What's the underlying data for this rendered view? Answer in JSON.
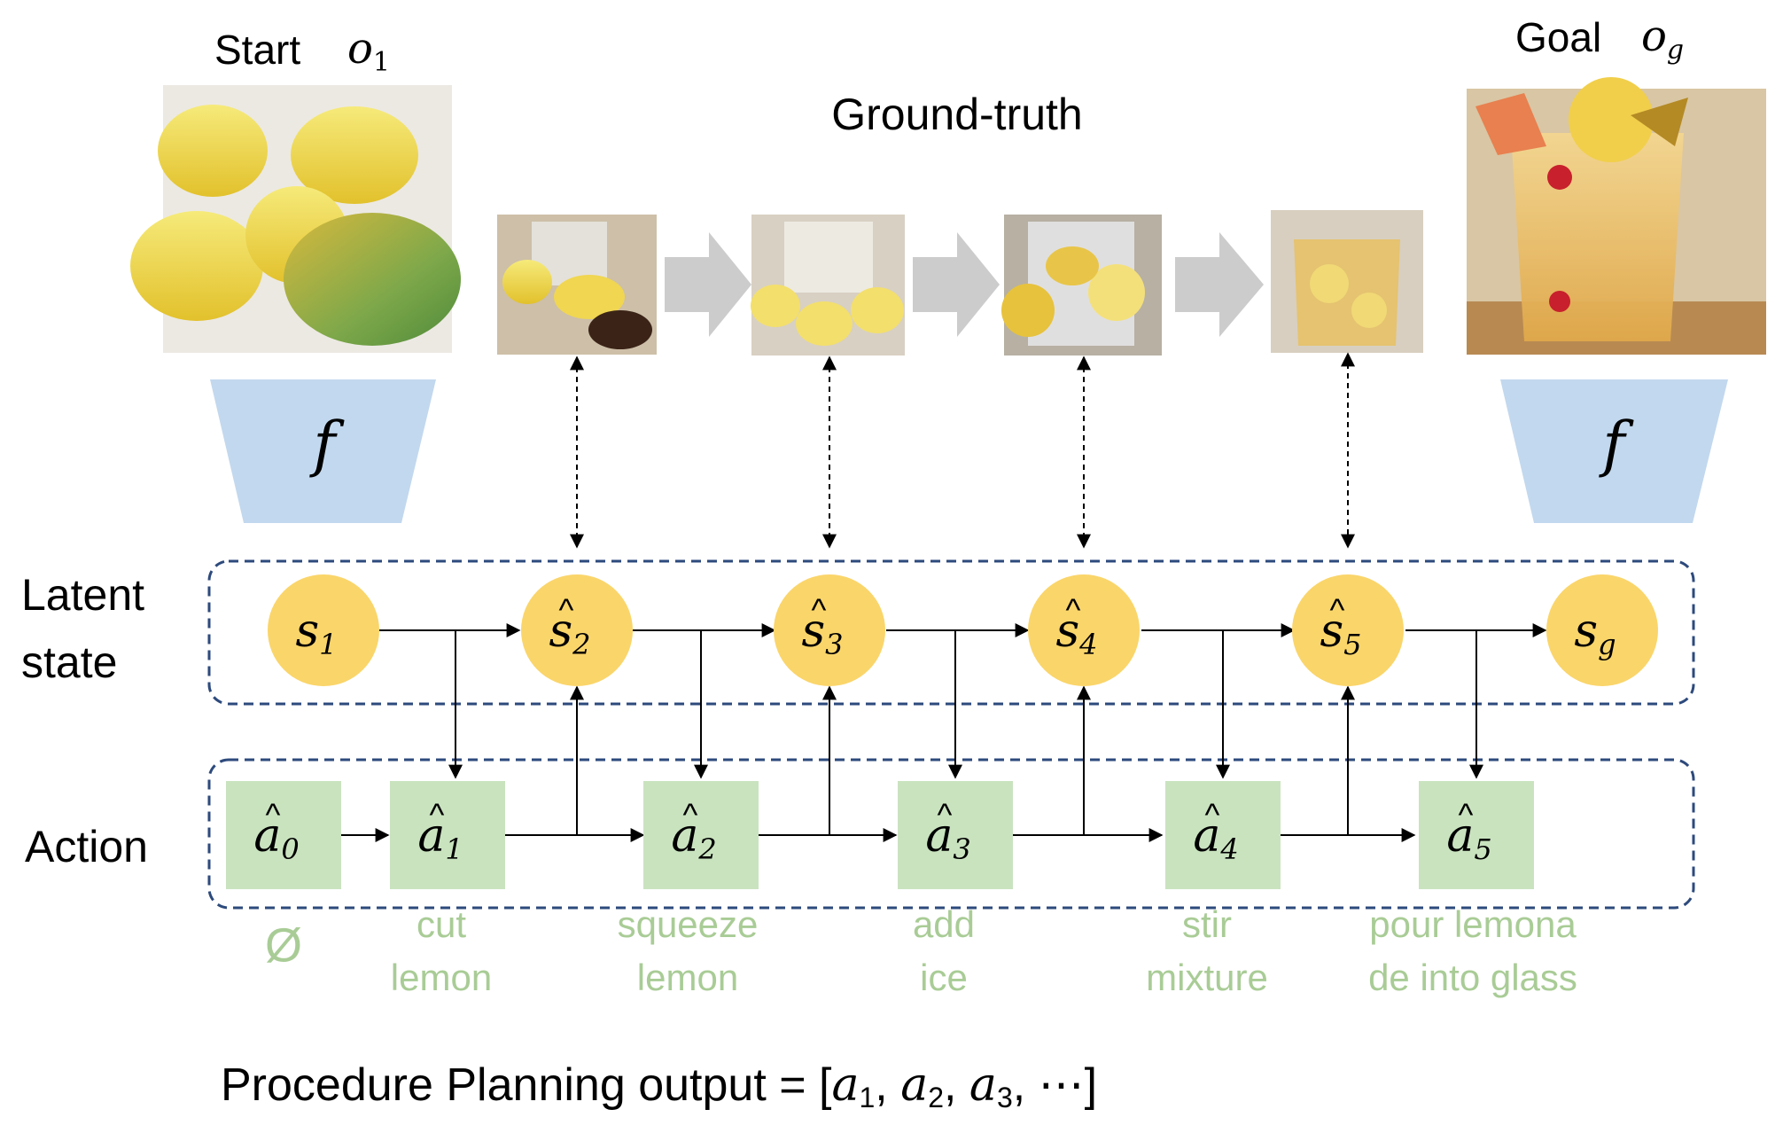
{
  "start": {
    "label": "Start",
    "symbol": "o",
    "sub": "1"
  },
  "goal": {
    "label": "Goal",
    "symbol": "o",
    "sub": "g"
  },
  "ground_truth_label": "Ground-truth",
  "encoder_symbol": "f",
  "row_labels": {
    "latent_line1": "Latent",
    "latent_line2": "state",
    "action": "Action"
  },
  "states": [
    {
      "base": "s",
      "sub": "1",
      "hat": false
    },
    {
      "base": "s",
      "sub": "2",
      "hat": true
    },
    {
      "base": "s",
      "sub": "3",
      "hat": true
    },
    {
      "base": "s",
      "sub": "4",
      "hat": true
    },
    {
      "base": "s",
      "sub": "5",
      "hat": true
    },
    {
      "base": "s",
      "sub": "g",
      "hat": false
    }
  ],
  "actions": [
    {
      "base": "a",
      "sub": "0"
    },
    {
      "base": "a",
      "sub": "1"
    },
    {
      "base": "a",
      "sub": "2"
    },
    {
      "base": "a",
      "sub": "3"
    },
    {
      "base": "a",
      "sub": "4"
    },
    {
      "base": "a",
      "sub": "5"
    }
  ],
  "action_captions": [
    {
      "line1": "Ø",
      "line2": ""
    },
    {
      "line1": "cut",
      "line2": "lemon"
    },
    {
      "line1": "squeeze",
      "line2": "lemon"
    },
    {
      "line1": "add",
      "line2": "ice"
    },
    {
      "line1": "stir",
      "line2": "mixture"
    },
    {
      "line1": "pour lemona",
      "line2": "de into glass"
    }
  ],
  "output": {
    "prefix": "Procedure Planning output = [",
    "items": [
      "1",
      "2",
      "3"
    ],
    "suffix": "⋯]"
  },
  "colors": {
    "state_fill": "#FAD56A",
    "action_fill": "#C9E3BF",
    "caption": "#A9CC96",
    "encoder_fill": "#C2D8EE",
    "dashed_border": "#2D4A7C",
    "gt_arrow": "#CCCCCC"
  }
}
